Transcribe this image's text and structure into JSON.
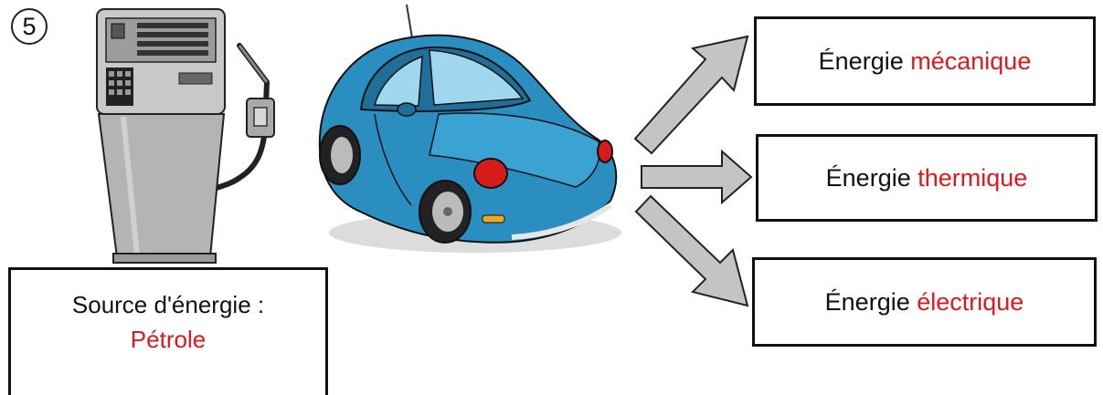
{
  "step_number": "5",
  "source": {
    "label": "Source d'énergie :",
    "value": "Pétrole"
  },
  "outputs": [
    {
      "prefix": "Énergie",
      "type": "mécanique"
    },
    {
      "prefix": "Énergie",
      "type": "thermique"
    },
    {
      "prefix": "Énergie",
      "type": "électrique"
    }
  ],
  "colors": {
    "highlight": "#e0181d",
    "car_body": "#2a8fc0",
    "pump": "#b8b8b8",
    "arrow": "#c4c4c4"
  }
}
